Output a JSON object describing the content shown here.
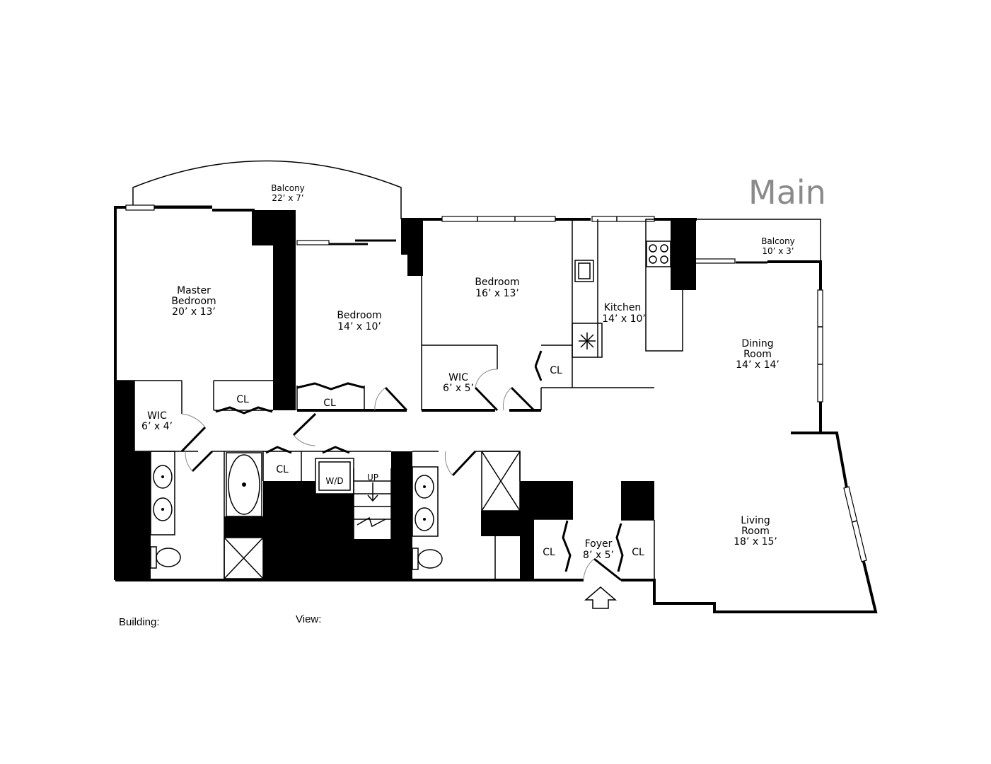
{
  "title": "Main",
  "rooms": {
    "balcony_top": {
      "name": "Balcony",
      "size": "22’ x 7’"
    },
    "balcony_right": {
      "name": "Balcony",
      "size": "10’ x 3’"
    },
    "master_bedroom": {
      "name1": "Master",
      "name2": "Bedroom",
      "size": "20’ x 13’"
    },
    "bedroom_mid": {
      "name": "Bedroom",
      "size": "14’ x 10’"
    },
    "bedroom_right": {
      "name": "Bedroom",
      "size": "16’ x 13’"
    },
    "kitchen": {
      "name": "Kitchen",
      "size": "14’ x 10’"
    },
    "dining": {
      "name1": "Dining",
      "name2": "Room",
      "size": "14’ x 14’"
    },
    "living": {
      "name1": "Living",
      "name2": "Room",
      "size": "18’ x 15’"
    },
    "wic_left": {
      "name": "WIC",
      "size": "6’ x 4’"
    },
    "wic_mid": {
      "name": "WIC",
      "size": "6’ x 5’"
    },
    "foyer": {
      "name": "Foyer",
      "size": "8’ x 5’"
    }
  },
  "closets": {
    "cl_master": "CL",
    "cl_bed_mid": "CL",
    "cl_bed_right": "CL",
    "cl_bath": "CL",
    "cl_foyer_left": "CL",
    "cl_foyer_right": "CL"
  },
  "fixtures": {
    "washer_dryer": "W/D",
    "stair_up": "UP"
  },
  "footer": {
    "building_label": "Building:",
    "view_label": "View:"
  }
}
